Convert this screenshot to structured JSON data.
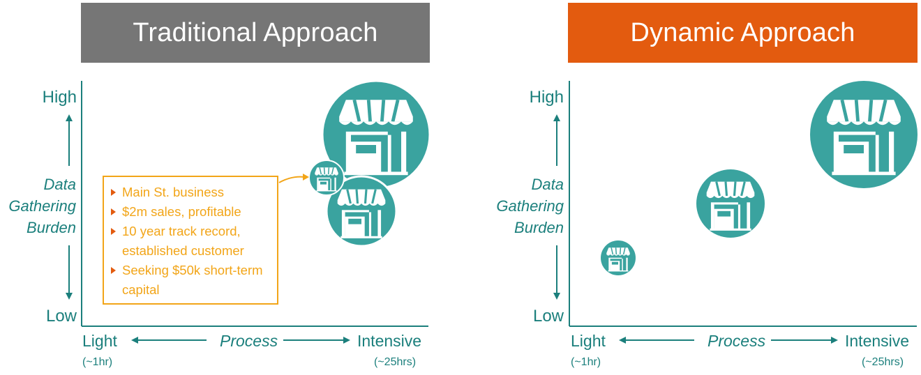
{
  "panels": {
    "left": {
      "title": "Traditional Approach",
      "title_bg": "#767676",
      "info_box": {
        "bullets": [
          "Main St. business",
          "$2m sales, profitable",
          "10 year track record, established customer",
          "Seeking $50k short-term capital"
        ]
      }
    },
    "right": {
      "title": "Dynamic Approach",
      "title_bg": "#e35b0f"
    }
  },
  "axes": {
    "y_high": "High",
    "y_low": "Low",
    "y_title_lines": [
      "Data",
      "Gathering",
      "Burden"
    ],
    "x_light": "Light",
    "x_light_sub": "(~1hr)",
    "x_process": "Process",
    "x_intensive": "Intensive",
    "x_intensive_sub": "(~25hrs)"
  },
  "colors": {
    "teal": "#3aa39f",
    "text_teal": "#1b7f7c",
    "box_orange": "#f2a518",
    "bullet_orange": "#e35b0f"
  },
  "icons": {
    "business": "storefront-icon"
  }
}
